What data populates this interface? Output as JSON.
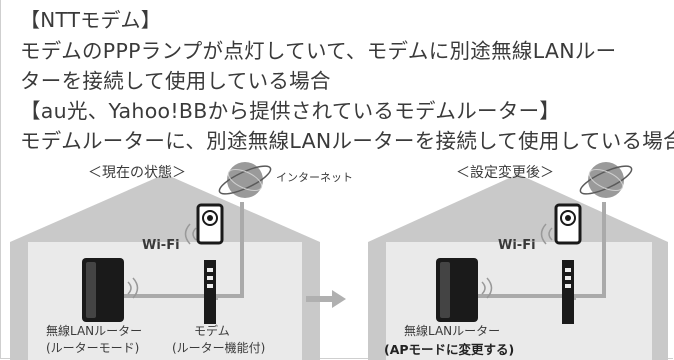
{
  "text": {
    "line1": "【NTTモデム】",
    "line2": "モデムのPPPランプが点灯していて、モデムに別途無線LANルー",
    "line3": "ターを接続して使用している場合",
    "line4": "【au光、Yahoo!BBから提供されているモデムルーター】",
    "line5": "モデムルーターに、別途無線LANルーターを接続して使用している場合"
  },
  "diagram": {
    "left": {
      "title": "＜現在の状態＞",
      "internet_label": "インターネット",
      "wifi_label": "Wi-Fi",
      "router_label": "無線LANルーター",
      "router_mode": "(ルーターモード)",
      "modem_label": "モデム",
      "modem_mode": "(ルーター機能付)"
    },
    "right": {
      "title": "＜設定変更後＞",
      "wifi_label": "Wi-Fi",
      "router_label": "無線LANルーター",
      "router_mode": "(APモードに変更する)"
    }
  },
  "colors": {
    "house": "#c9c9c9",
    "cable": "#aaaaaa",
    "arrow": "#b0b0b0",
    "device": "#1a1a1a",
    "text": "#3a3a3a"
  },
  "icons": [
    "globe-icon",
    "router-icon",
    "modem-icon",
    "camera-icon",
    "wifi-waves-icon",
    "arrow-right-icon"
  ]
}
